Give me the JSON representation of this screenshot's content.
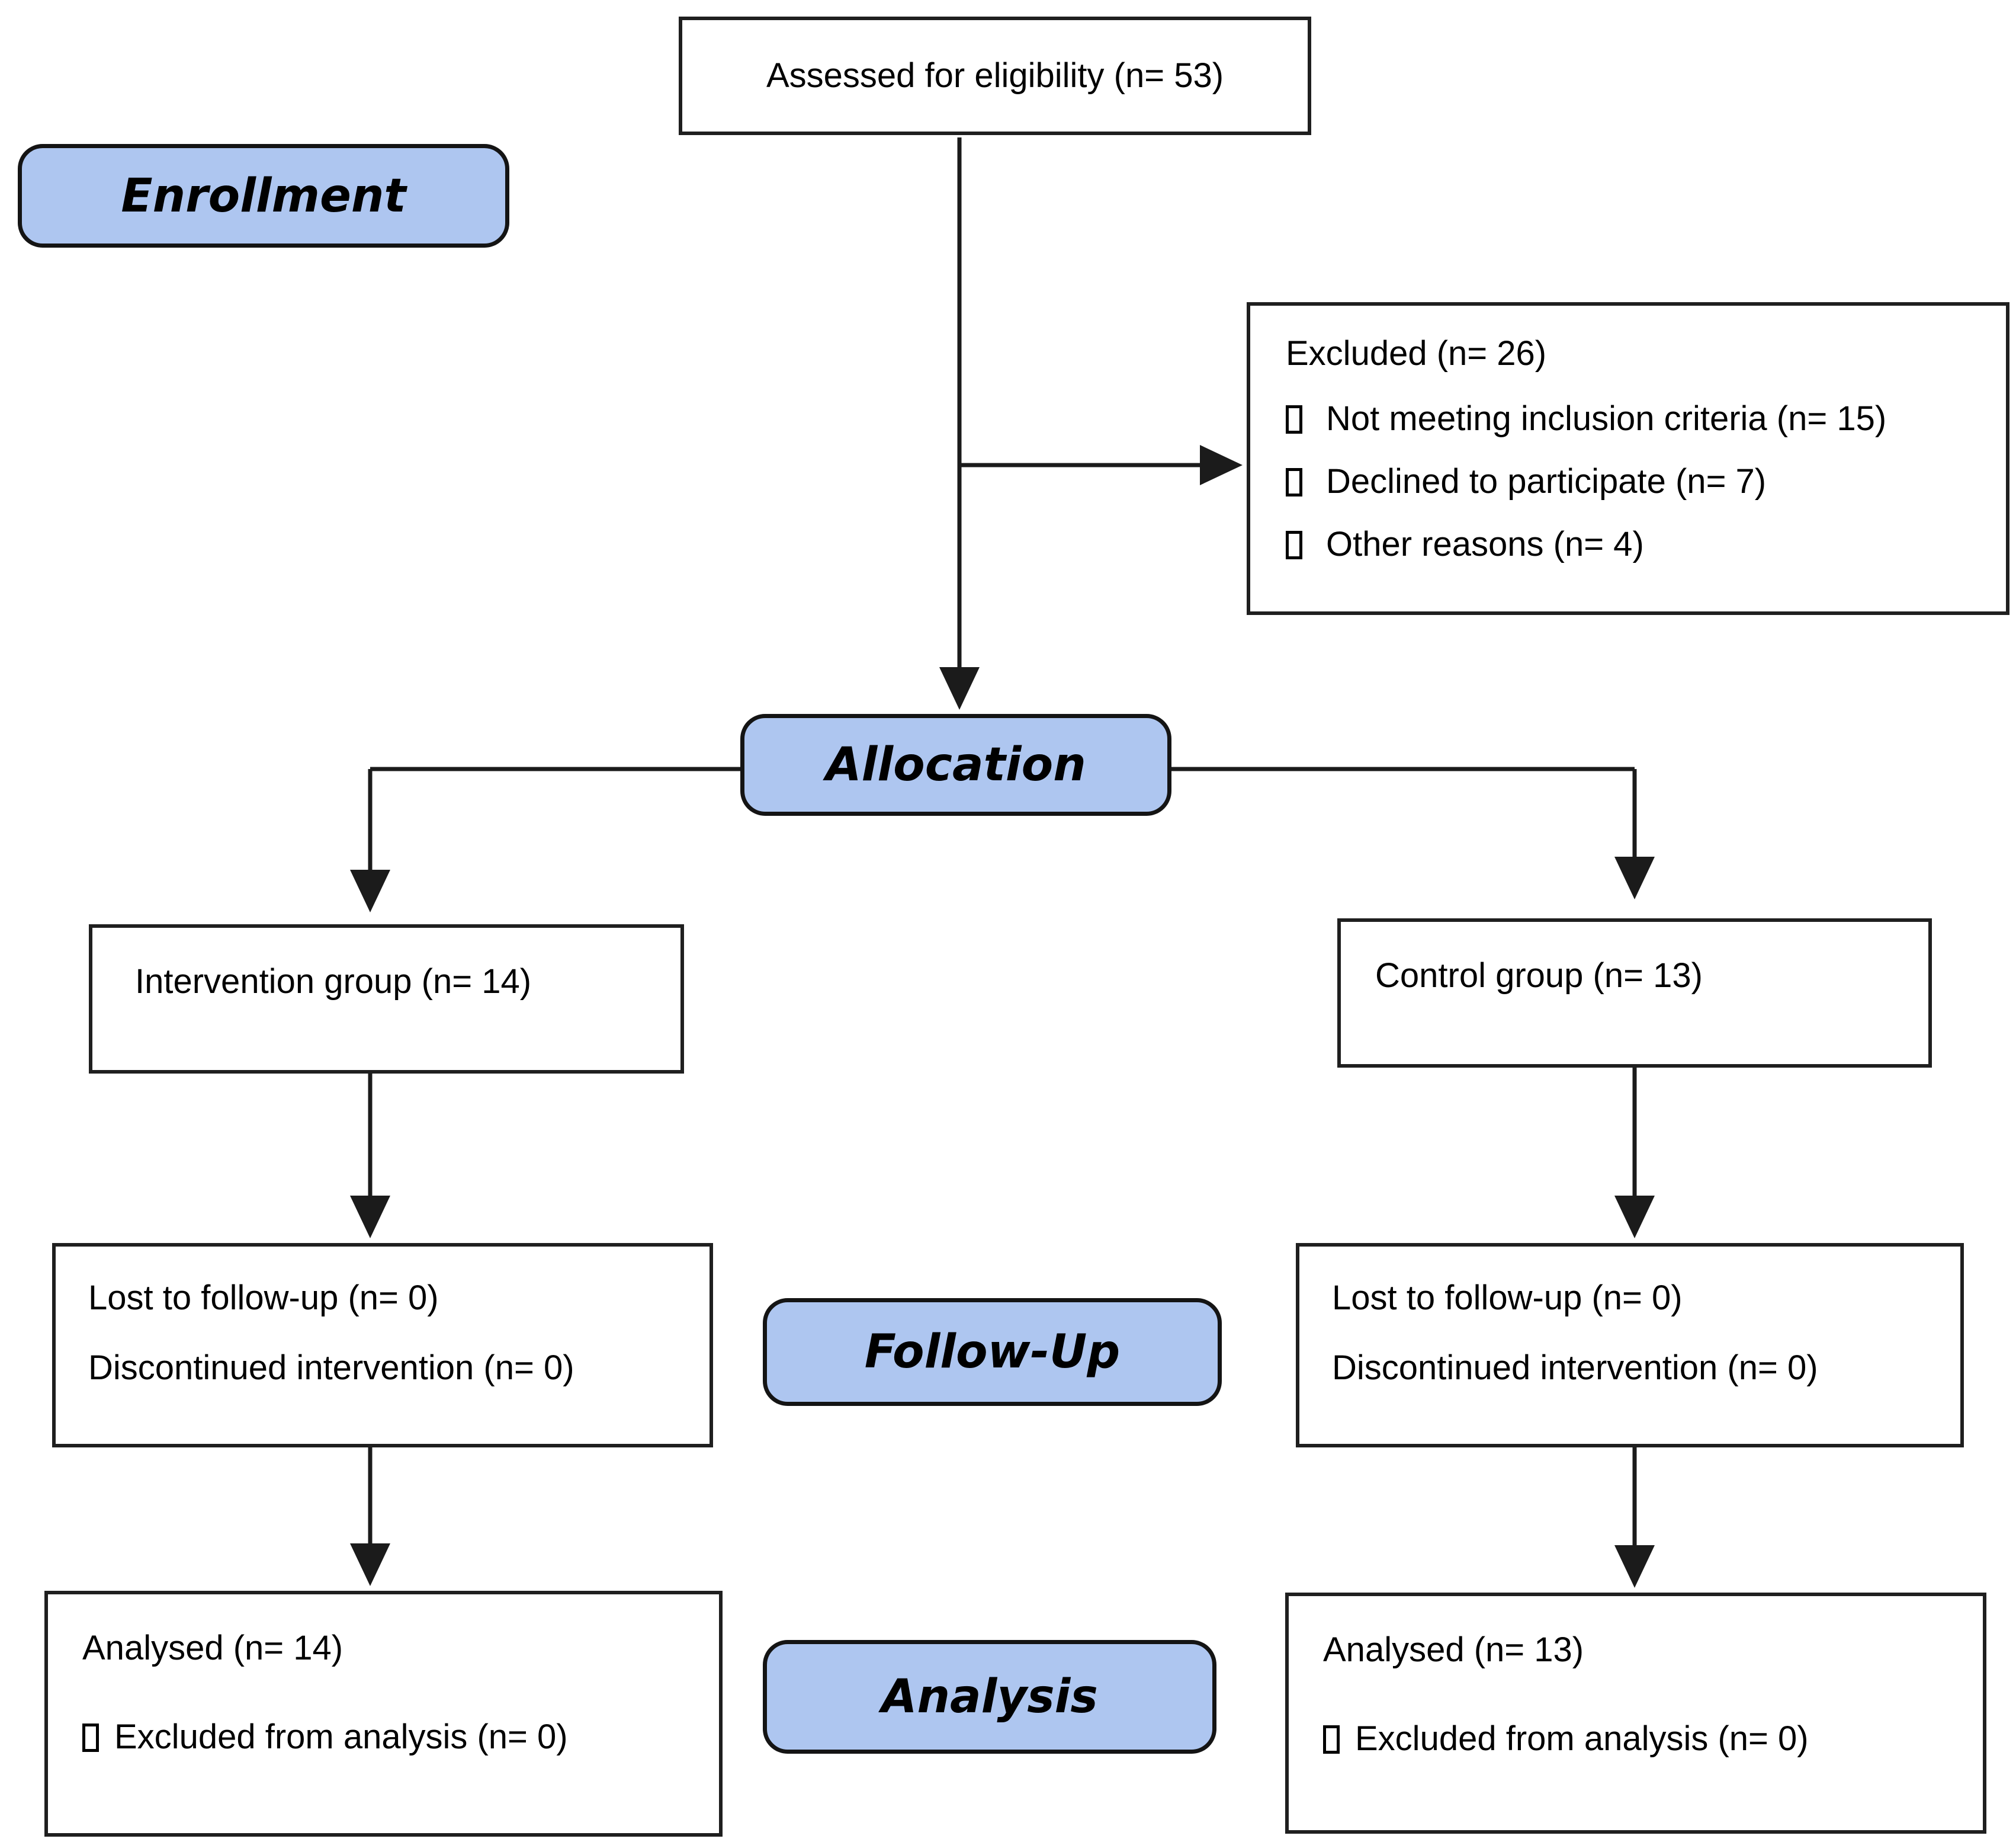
{
  "flow": {
    "assessed": {
      "text": "Assessed for eligibility (n= 53)"
    },
    "stages": {
      "enrollment": "Enrollment",
      "allocation": "Allocation",
      "followup": "Follow-Up",
      "analysis": "Analysis"
    },
    "excluded": {
      "title": "Excluded (n= 26)",
      "items": [
        "Not meeting inclusion criteria (n= 15)",
        "Declined to participate (n= 7)",
        "Other reasons (n= 4)"
      ]
    },
    "groups": {
      "intervention": "Intervention group (n= 14)",
      "control": "Control group (n= 13)"
    },
    "followup": {
      "left": {
        "line1": "Lost to follow-up (n= 0)",
        "line2": "Discontinued intervention (n= 0)"
      },
      "right": {
        "line1": "Lost to follow-up (n= 0)",
        "line2": "Discontinued intervention (n= 0)"
      }
    },
    "analysis": {
      "left": {
        "line1": "Analysed (n= 14)",
        "item": "Excluded from analysis (n= 0)"
      },
      "right": {
        "line1": "Analysed (n= 13)",
        "item": "Excluded from analysis (n= 0)"
      }
    }
  },
  "colors": {
    "stage_fill": "#aec6f0",
    "box_border": "#1f1f1f",
    "connector": "#1b1b1b",
    "background": "#ffffff",
    "text": "#000000"
  }
}
